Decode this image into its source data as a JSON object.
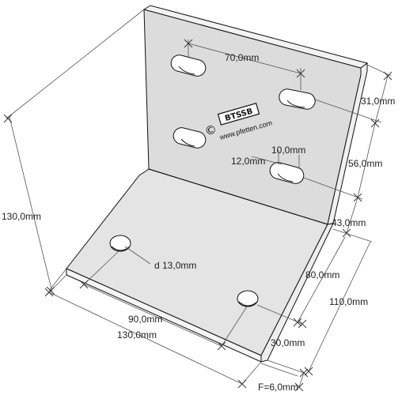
{
  "part": {
    "logo": "BTSSB",
    "copyright": "©",
    "url": "www.pfetten.com"
  },
  "dimensions": {
    "overall_height": "130,0mm",
    "slot_spacing": "70,0mm",
    "top_to_slot": "31,0mm",
    "slot_to_slot": "56,0mm",
    "slot_width": "10,0mm",
    "slot_length": "12,0mm",
    "bend_offset": "43,0mm",
    "hole_diameter": "d 13,0mm",
    "hole_spacing_depth": "80,0mm",
    "base_depth": "110,0mm",
    "hole_spacing_width": "90,0mm",
    "base_width": "130,0mm",
    "hole_edge_distance": "30,0mm",
    "thickness": "F=6,0mm"
  },
  "colors": {
    "plate_face": "#dcdcdc",
    "plate_top": "#e6e6e6",
    "plate_edge": "#f2f2f2",
    "line": "#111111"
  }
}
